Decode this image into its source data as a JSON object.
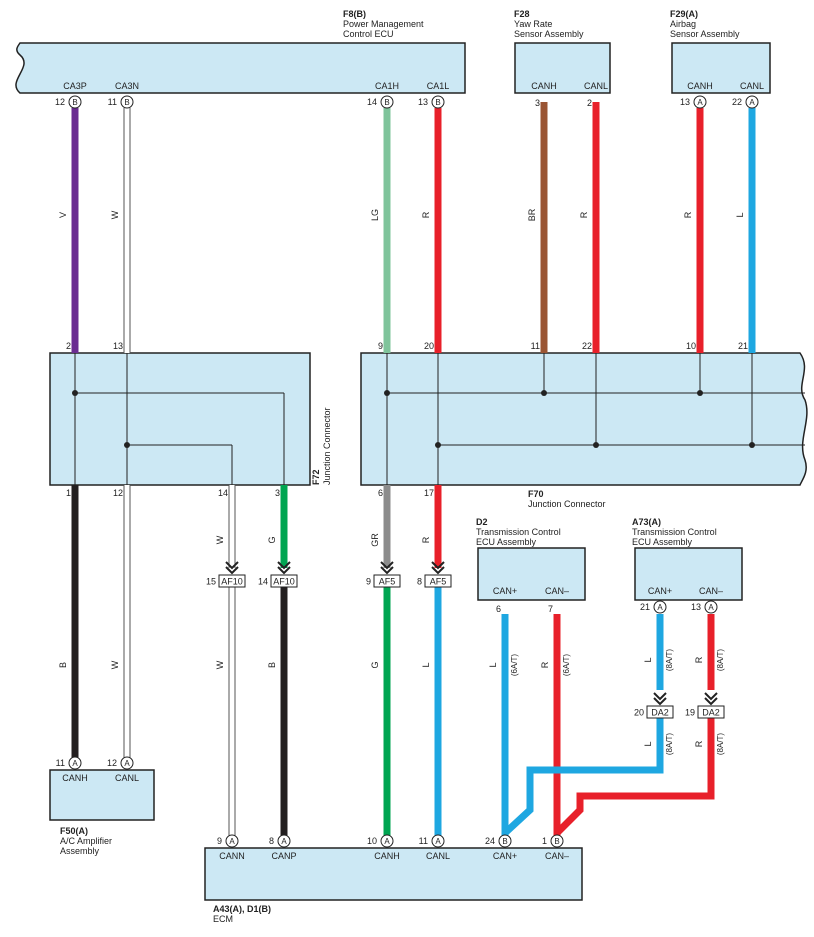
{
  "components": {
    "f8": {
      "code": "F8(B)",
      "name_lines": [
        "Power Management",
        "Control ECU"
      ]
    },
    "f28": {
      "code": "F28",
      "name_lines": [
        "Yaw Rate",
        "Sensor Assembly"
      ],
      "pins": [
        "CANH",
        "CANL"
      ]
    },
    "f29": {
      "code": "F29(A)",
      "name_lines": [
        "Airbag",
        "Sensor Assembly"
      ],
      "pins": [
        "CANH",
        "CANL"
      ]
    },
    "f72": {
      "code": "F72",
      "name": "Junction Connector"
    },
    "f70": {
      "code": "F70",
      "name": "Junction Connector"
    },
    "d2": {
      "code": "D2",
      "name_lines": [
        "Transmission Control",
        "ECU Assembly"
      ],
      "pins": [
        "CAN+",
        "CAN–"
      ]
    },
    "a73": {
      "code": "A73(A)",
      "name_lines": [
        "Transmission Control",
        "ECU Assembly"
      ],
      "pins": [
        "CAN+",
        "CAN–"
      ]
    },
    "f50": {
      "code": "F50(A)",
      "name_lines": [
        "A/C Amplifier",
        "Assembly"
      ],
      "pins": [
        "CANH",
        "CANL"
      ]
    },
    "ecm": {
      "code": "A43(A), D1(B)",
      "name": "ECM",
      "pins": [
        "CANN",
        "CANP",
        "CANH",
        "CANL",
        "CAN+",
        "CAN–"
      ]
    }
  },
  "f8_pins": [
    "CA3P",
    "CA3N",
    "CA1H",
    "CA1L"
  ],
  "colors": {
    "V": "#6a2c91",
    "W": "#ffffff",
    "LG": "#7fc49b",
    "R": "#e8202a",
    "BR": "#9a5533",
    "L": "#1ea7e1",
    "B": "#231f20",
    "G": "#00a551",
    "GR": "#8c8c8c",
    "box": "#cce8f4"
  },
  "wires": [
    {
      "id": "w1",
      "color": "V",
      "label": "V",
      "from_pin": "12",
      "from_conn": "B",
      "to_pin": "2"
    },
    {
      "id": "w2",
      "color": "W",
      "label": "W",
      "from_pin": "11",
      "from_conn": "B",
      "to_pin": "13"
    },
    {
      "id": "w3",
      "color": "LG",
      "label": "LG",
      "from_pin": "14",
      "from_conn": "B",
      "to_pin": "9"
    },
    {
      "id": "w4",
      "color": "R",
      "label": "R",
      "from_pin": "13",
      "from_conn": "B",
      "to_pin": "20"
    },
    {
      "id": "w5",
      "color": "BR",
      "label": "BR",
      "from_pin": "3",
      "to_pin": "11"
    },
    {
      "id": "w6",
      "color": "R",
      "label": "R",
      "from_pin": "2",
      "to_pin": "22"
    },
    {
      "id": "w7",
      "color": "R",
      "label": "R",
      "from_pin": "13",
      "from_conn": "A",
      "to_pin": "10"
    },
    {
      "id": "w8",
      "color": "L",
      "label": "L",
      "from_pin": "22",
      "from_conn": "A",
      "to_pin": "21"
    },
    {
      "id": "w9",
      "color": "B",
      "label": "B",
      "from_pin": "1",
      "to_pin": "11",
      "to_conn": "A"
    },
    {
      "id": "w10",
      "color": "W",
      "label": "W",
      "from_pin": "12",
      "to_pin": "12",
      "to_conn": "A"
    },
    {
      "id": "w11a",
      "color": "W",
      "label": "W",
      "from_pin": "14",
      "to_pin": "15",
      "inline": "AF10"
    },
    {
      "id": "w11b",
      "color": "W",
      "label": "W",
      "to_pin": "9",
      "to_conn": "A"
    },
    {
      "id": "w12a",
      "color": "G",
      "label": "G",
      "from_pin": "3",
      "to_pin": "14",
      "inline": "AF10"
    },
    {
      "id": "w12b",
      "color": "B",
      "label": "B",
      "to_pin": "8",
      "to_conn": "A"
    },
    {
      "id": "w13a",
      "color": "GR",
      "label": "GR",
      "from_pin": "6",
      "to_pin": "9",
      "inline": "AF5"
    },
    {
      "id": "w13b",
      "color": "G",
      "label": "G",
      "to_pin": "10",
      "to_conn": "A"
    },
    {
      "id": "w14a",
      "color": "R",
      "label": "R",
      "from_pin": "17",
      "to_pin": "8",
      "inline": "AF5"
    },
    {
      "id": "w14b",
      "color": "L",
      "label": "L",
      "to_pin": "11",
      "to_conn": "A"
    },
    {
      "id": "w15",
      "color": "L",
      "label": "L",
      "sub": "(6A/T)",
      "from_pin": "6",
      "to_pin": "24",
      "to_conn": "B"
    },
    {
      "id": "w16",
      "color": "R",
      "label": "R",
      "sub": "(6A/T)",
      "from_pin": "7",
      "to_pin": "1",
      "to_conn": "B"
    },
    {
      "id": "w17a",
      "color": "L",
      "label": "L",
      "sub": "(8A/T)",
      "from_pin": "21",
      "from_conn": "A",
      "to_pin": "20",
      "inline": "DA2"
    },
    {
      "id": "w17b",
      "color": "L",
      "label": "L",
      "sub": "(8A/T)"
    },
    {
      "id": "w18a",
      "color": "R",
      "label": "R",
      "sub": "(8A/T)",
      "from_pin": "13",
      "from_conn": "A",
      "to_pin": "19",
      "inline": "DA2"
    },
    {
      "id": "w18b",
      "color": "R",
      "label": "R",
      "sub": "(8A/T)"
    }
  ]
}
